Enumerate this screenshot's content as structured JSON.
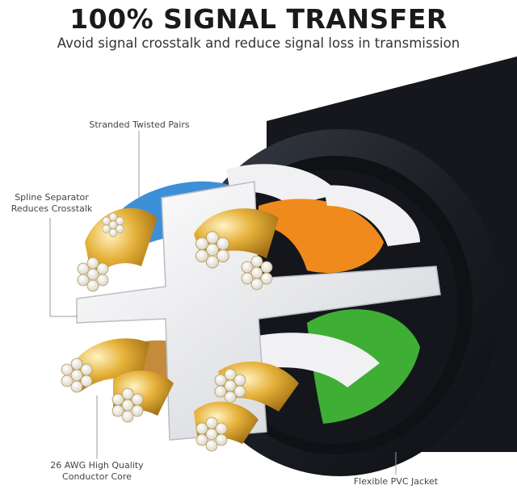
{
  "header": {
    "title": "100% SIGNAL TRANSFER",
    "subtitle": "Avoid signal crosstalk and reduce signal loss in transmission"
  },
  "callouts": {
    "stranded_pairs": "Stranded Twisted Pairs",
    "spline_line1": "Spline Separator",
    "spline_line2": "Reduces Crosstalk",
    "awg_line1": "26 AWG High Quality",
    "awg_line2": "Conductor Core",
    "jacket": "Flexible PVC Jacket"
  },
  "colors": {
    "jacket": "#1b1e24",
    "spline": "#e9eaee",
    "copper": "#e0a525",
    "pair_orange": "#f08a1c",
    "pair_blue": "#3d8fd8",
    "pair_green": "#3fae35",
    "pair_white": "#f1f1f3",
    "leader": "#9a9a9a"
  }
}
